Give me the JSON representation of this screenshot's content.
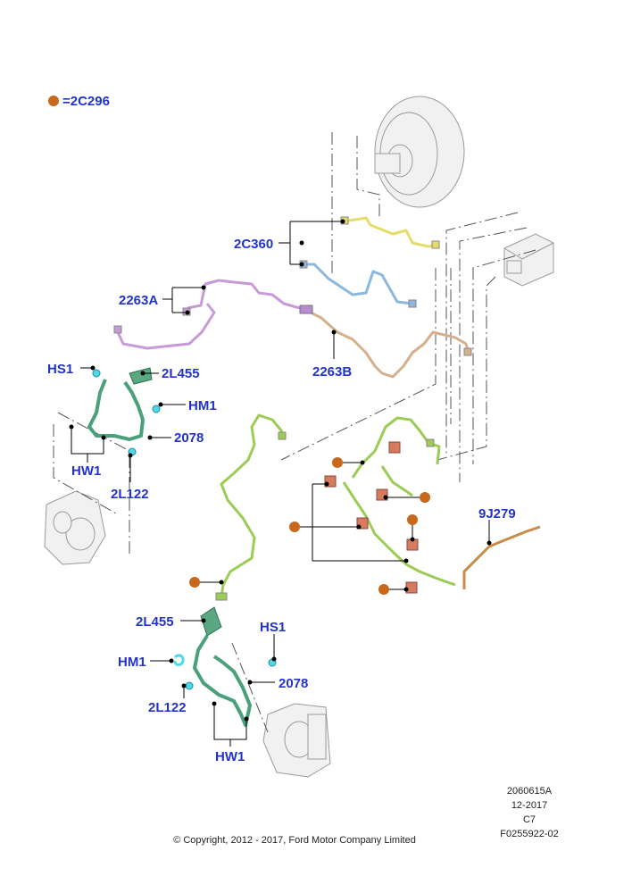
{
  "legend": {
    "symbol_label": "=2C296",
    "dot_color": "#c8681c"
  },
  "callouts": {
    "c2C360": "2C360",
    "c2263A": "2263A",
    "c2263B": "2263B",
    "c9J279": "9J279",
    "hs1_left": "HS1",
    "c2L455_left": "2L455",
    "hm1_left": "HM1",
    "c2078_left": "2078",
    "hw1_left": "HW1",
    "c2L122_left": "2L122",
    "c2L455_bottom": "2L455",
    "hs1_bottom": "HS1",
    "hm1_bottom": "HM1",
    "c2078_bottom": "2078",
    "c2L122_bottom": "2L122",
    "hw1_bottom": "HW1"
  },
  "meta": {
    "ref": "2060615A",
    "date": "12-2017",
    "code": "C7",
    "figure": "F0255922-02"
  },
  "copyright": "© Copyright, 2012 - 2017, Ford Motor Company Limited",
  "colors": {
    "label": "#2233cc",
    "yellow_line": "#e6dc6a",
    "blue_line": "#8bb8dc",
    "purple_line": "#c79ad8",
    "tan_line": "#d4b08c",
    "green_line": "#9ccc55",
    "hose_green": "#4aa07a",
    "connector": "#d77a5e",
    "orange_line": "#c98a4a"
  }
}
